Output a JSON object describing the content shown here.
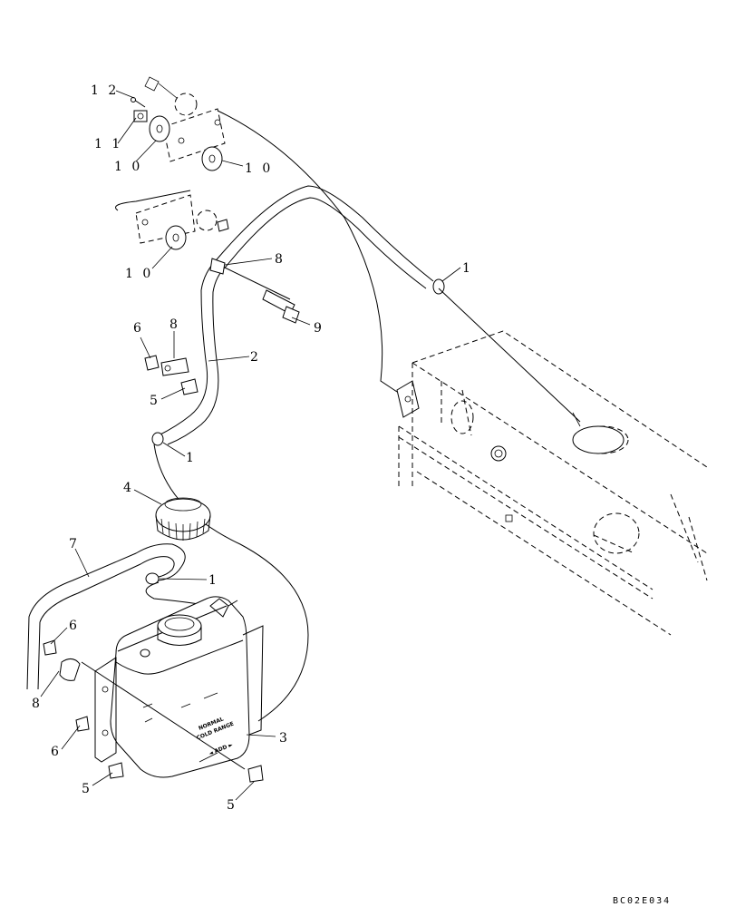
{
  "callouts": {
    "c12": "1 2",
    "c11": "1 1",
    "c10a": "1 0",
    "c10b": "1 0",
    "c10c": "1 0",
    "c8a": "8",
    "c1a": "1",
    "c9": "9",
    "c6a": "6",
    "c8b": "8",
    "c2": "2",
    "c5a": "5",
    "c1b": "1",
    "c4": "4",
    "c7": "7",
    "c1c": "1",
    "c6b": "6",
    "c8c": "8",
    "c3": "3",
    "c6c": "6",
    "c5b": "5",
    "c5c": "5"
  },
  "tank_markings": {
    "line1": "NORMAL",
    "line2": "COLD RANGE",
    "line3": "◄ ADD ►"
  },
  "drawing_code": "BC02E034"
}
